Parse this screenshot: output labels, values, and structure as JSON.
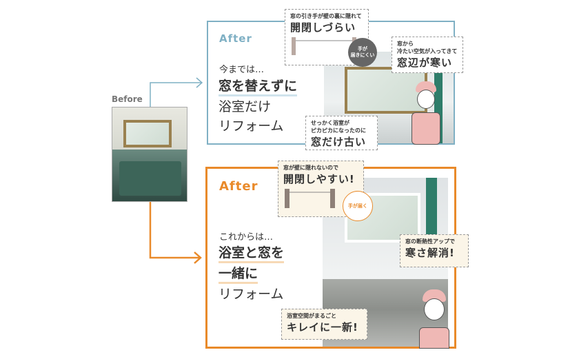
{
  "before": {
    "label": "Before"
  },
  "current": {
    "after_label": "After",
    "lead": "今までは…",
    "headline": "窓を替えずに",
    "line2": "浴室だけ",
    "line3": "リフォーム",
    "callouts": [
      {
        "small": "窓の引き手が壁の裏に隠れて",
        "big": "開閉しづらい"
      },
      {
        "small": "窓から\n冷たい空気が入ってきて",
        "big": "窓辺が寒い"
      },
      {
        "small": "せっかく浴室が\nピカピカになったのに",
        "big": "窓だけ古い"
      }
    ],
    "bubble": "手が\n届きにくい"
  },
  "proposed": {
    "after_label": "After",
    "lead": "これからは…",
    "headline1": "浴室と窓を",
    "headline2": "一緒に",
    "line3": "リフォーム",
    "callouts": [
      {
        "small": "窓が壁に隠れないので",
        "big": "開閉しやすい!"
      },
      {
        "small": "窓の断熱性アップで",
        "big": "寒さ解消!"
      },
      {
        "small": "浴室空間がまるごと",
        "big": "キレイに一新!"
      }
    ],
    "bubble": "手が届く"
  },
  "colors": {
    "blue": "#7fb0c4",
    "orange": "#e98a2a"
  }
}
